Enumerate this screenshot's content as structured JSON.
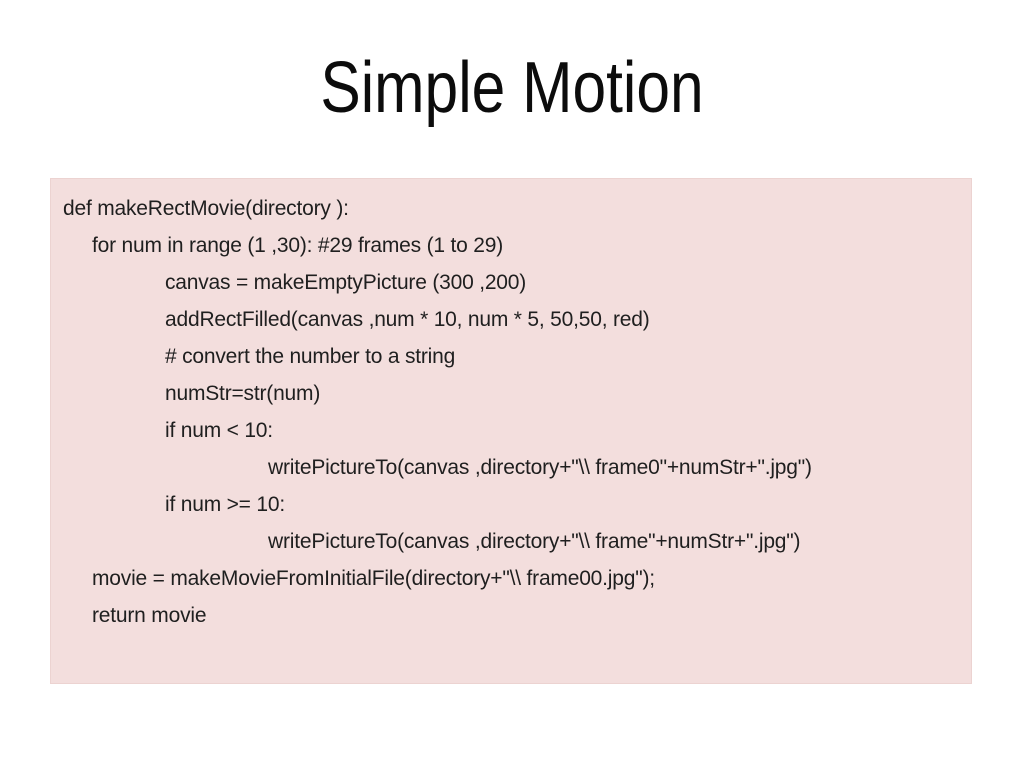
{
  "slide": {
    "title": "Simple Motion",
    "colors": {
      "background": "#ffffff",
      "title_text": "#0c0c0c",
      "code_panel_bg": "#f3dedd",
      "code_panel_border": "#ecd3d1",
      "code_text": "#1f1f1f"
    },
    "code_box": {
      "lines": [
        {
          "indent": 0,
          "text": "def makeRectMovie(directory ):"
        },
        {
          "indent": 1,
          "text": "for num in range (1 ,30): #29 frames (1 to 29)"
        },
        {
          "indent": 2,
          "text": "canvas = makeEmptyPicture (300 ,200)"
        },
        {
          "indent": 2,
          "text": "addRectFilled(canvas ,num * 10, num * 5, 50,50, red)"
        },
        {
          "indent": 2,
          "text": "# convert the number to a string"
        },
        {
          "indent": 2,
          "text": "numStr=str(num)"
        },
        {
          "indent": 2,
          "text": "if num < 10:"
        },
        {
          "indent": 3,
          "text": "writePictureTo(canvas ,directory+\"\\\\ frame0\"+numStr+\".jpg\")"
        },
        {
          "indent": 2,
          "text": "if num >= 10:"
        },
        {
          "indent": 3,
          "text": "writePictureTo(canvas ,directory+\"\\\\ frame\"+numStr+\".jpg\")"
        },
        {
          "indent": 1,
          "text": "movie = makeMovieFromInitialFile(directory+\"\\\\ frame00.jpg\");"
        },
        {
          "indent": 1,
          "text": "return movie"
        }
      ]
    }
  }
}
